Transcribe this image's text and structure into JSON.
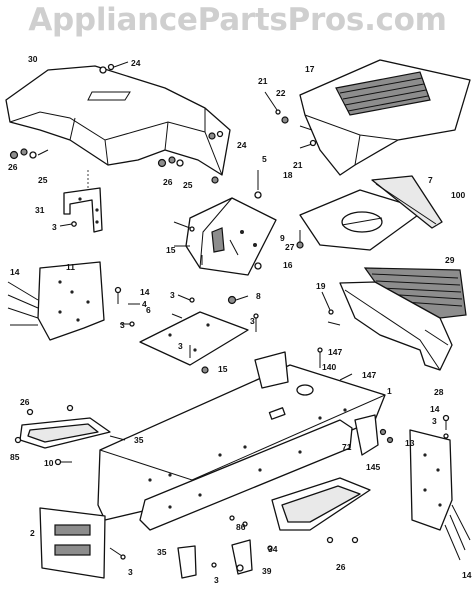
{
  "watermark": "AppliancePartsPros.com",
  "part_labels": {
    "p30": "30",
    "p24a": "24",
    "p24b": "24",
    "p26a": "26",
    "p26b": "26",
    "p25a": "25",
    "p25b": "25",
    "p31": "31",
    "p3a": "3",
    "p17": "17",
    "p21a": "21",
    "p22": "22",
    "p21b": "21",
    "p18": "18",
    "p5": "5",
    "p7": "7",
    "p100": "100",
    "p9": "9",
    "p15a": "15",
    "p16": "16",
    "p27": "27",
    "p29": "29",
    "p14a": "14",
    "p11": "11",
    "p14b": "14",
    "p4": "4",
    "p3b": "3",
    "p3c": "3",
    "p8": "8",
    "p6": "6",
    "p3d": "3",
    "p3e": "3",
    "p15b": "15",
    "p19": "19",
    "p28": "28",
    "p147a": "147",
    "p140": "140",
    "p147b": "147",
    "p1": "1",
    "p26c": "26",
    "p35a": "35",
    "p85": "85",
    "p10": "10",
    "p14c": "14",
    "p3f": "3",
    "p13": "13",
    "p71": "71",
    "p145": "145",
    "p86": "86",
    "p2": "2",
    "p3g": "3",
    "p35b": "35",
    "p39": "39",
    "p34": "34",
    "p26d": "26",
    "p14d": "14",
    "p3h": "3"
  }
}
